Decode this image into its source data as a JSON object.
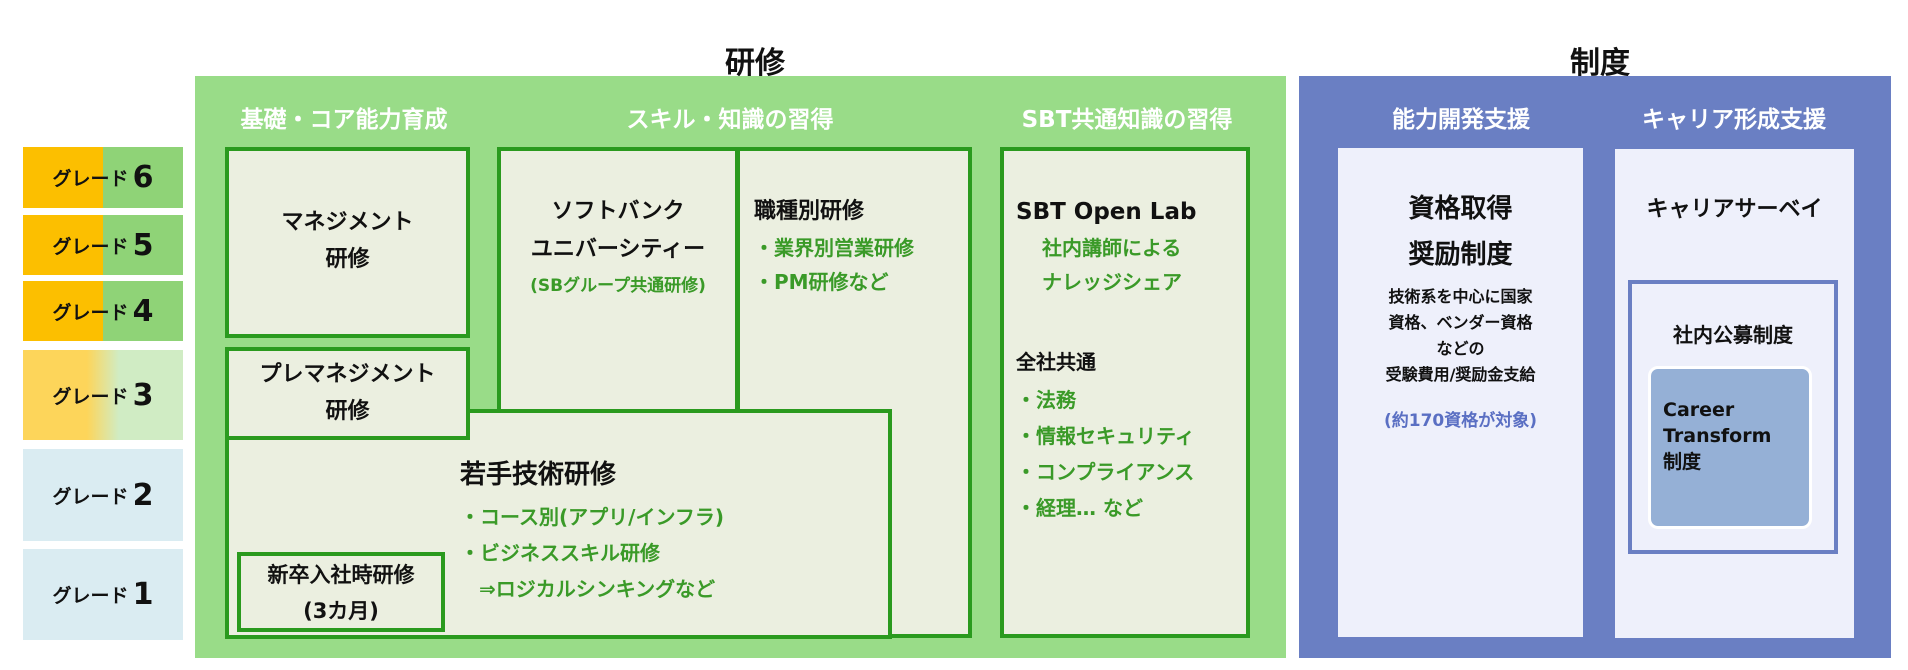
{
  "titles": {
    "training": "研修",
    "system": "制度"
  },
  "grades": [
    {
      "label": "グレード",
      "num": "6"
    },
    {
      "label": "グレード",
      "num": "5"
    },
    {
      "label": "グレード",
      "num": "4"
    },
    {
      "label": "グレード",
      "num": "3"
    },
    {
      "label": "グレード",
      "num": "2"
    },
    {
      "label": "グレード",
      "num": "1"
    }
  ],
  "training": {
    "headers": [
      "基礎・コア能力育成",
      "スキル・知識の習得",
      "SBT共通知識の習得"
    ],
    "management": [
      "マネジメント",
      "研修"
    ],
    "pre_management": [
      "プレマネジメント",
      "研修"
    ],
    "softbank_univ": [
      "ソフトバンク",
      "ユニバーシティー",
      "(SBグループ共通研修)"
    ],
    "job_type": {
      "title": "職種別研修",
      "items": [
        "・業界別営業研修",
        "・PM研修など"
      ]
    },
    "young_tech": {
      "title": "若手技術研修",
      "items": [
        "・コース別(アプリ/インフラ)",
        "・ビジネススキル研修",
        "⇒ロジカルシンキングなど"
      ]
    },
    "new_grad": [
      "新卒入社時研修",
      "(3カ月)"
    ],
    "sbt": {
      "title": "SBT Open Lab",
      "sub": [
        "社内講師による",
        "ナレッジシェア"
      ],
      "common_title": "全社共通",
      "items": [
        "・法務",
        "・情報セキュリティ",
        "・コンプライアンス",
        "・経理… など"
      ]
    }
  },
  "system": {
    "headers": [
      "能力開発支援",
      "キャリア形成支援"
    ],
    "qualification": {
      "title": [
        "資格取得",
        "奨励制度"
      ],
      "desc": [
        "技術系を中心に国家",
        "資格、ベンダー資格",
        "などの",
        "受験費用/奨励金支給"
      ],
      "note": "(約170資格が対象)"
    },
    "career": {
      "survey": "キャリアサーベイ",
      "recruit": "社内公募制度",
      "transform": [
        "Career",
        "Transform",
        "制度"
      ]
    }
  },
  "colors": {
    "green_panel": "#99dc88",
    "green_border": "#2a9a1e",
    "blue_panel": "#6a7fc3",
    "orange": "#fcbf00"
  }
}
